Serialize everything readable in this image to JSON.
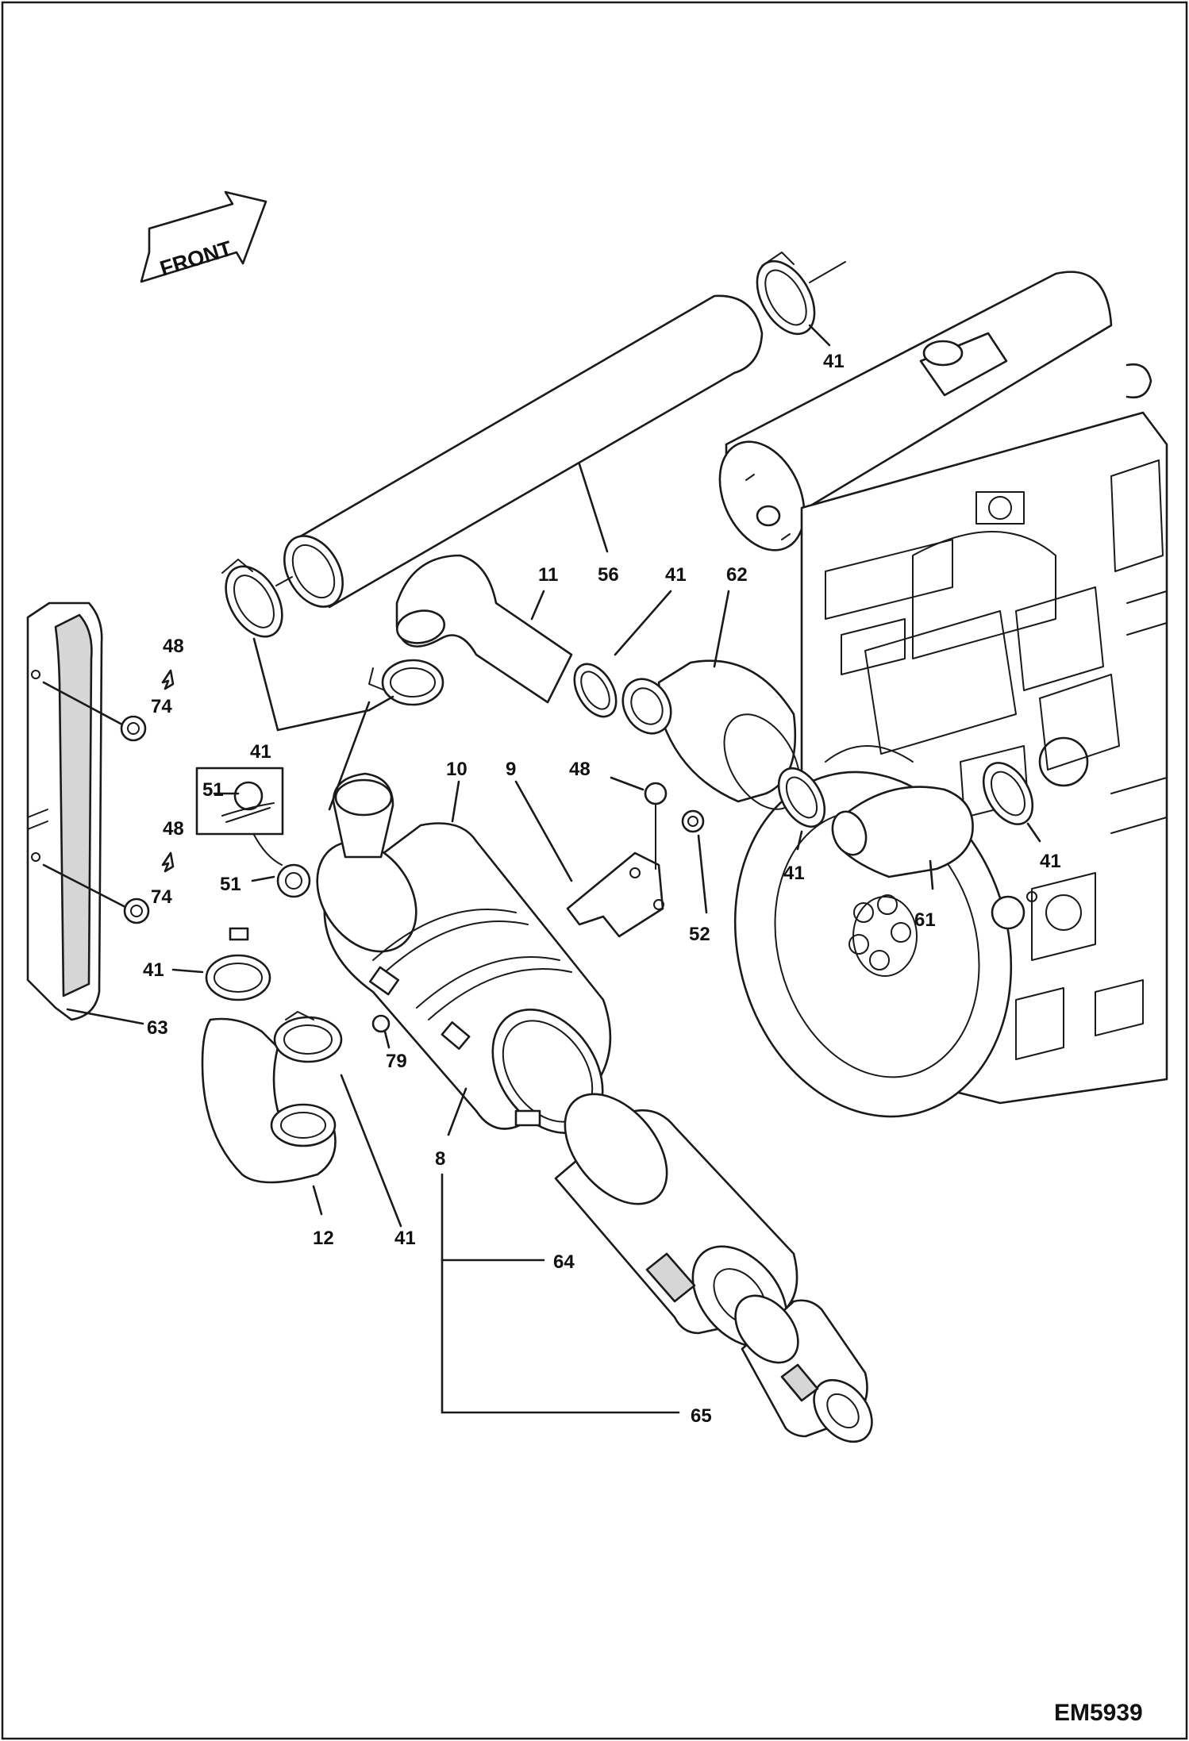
{
  "front_label": "FRONT",
  "diagram_code": "EM5939",
  "callouts": [
    {
      "id": "c41a",
      "text": "41"
    },
    {
      "id": "c56",
      "text": "56"
    },
    {
      "id": "c11",
      "text": "11"
    },
    {
      "id": "c41b",
      "text": "41"
    },
    {
      "id": "c62",
      "text": "62"
    },
    {
      "id": "c48a",
      "text": "48"
    },
    {
      "id": "c74a",
      "text": "74"
    },
    {
      "id": "c41c",
      "text": "41"
    },
    {
      "id": "c51a",
      "text": "51"
    },
    {
      "id": "c10",
      "text": "10"
    },
    {
      "id": "c9",
      "text": "9"
    },
    {
      "id": "c48b",
      "text": "48"
    },
    {
      "id": "c48c",
      "text": "48"
    },
    {
      "id": "c74b",
      "text": "74"
    },
    {
      "id": "c51b",
      "text": "51"
    },
    {
      "id": "c52",
      "text": "52"
    },
    {
      "id": "c41d",
      "text": "41"
    },
    {
      "id": "c61",
      "text": "61"
    },
    {
      "id": "c41e",
      "text": "41"
    },
    {
      "id": "c41f",
      "text": "41"
    },
    {
      "id": "c63",
      "text": "63"
    },
    {
      "id": "c79",
      "text": "79"
    },
    {
      "id": "c8",
      "text": "8"
    },
    {
      "id": "c12",
      "text": "12"
    },
    {
      "id": "c41g",
      "text": "41"
    },
    {
      "id": "c64",
      "text": "64"
    },
    {
      "id": "c65",
      "text": "65"
    }
  ]
}
